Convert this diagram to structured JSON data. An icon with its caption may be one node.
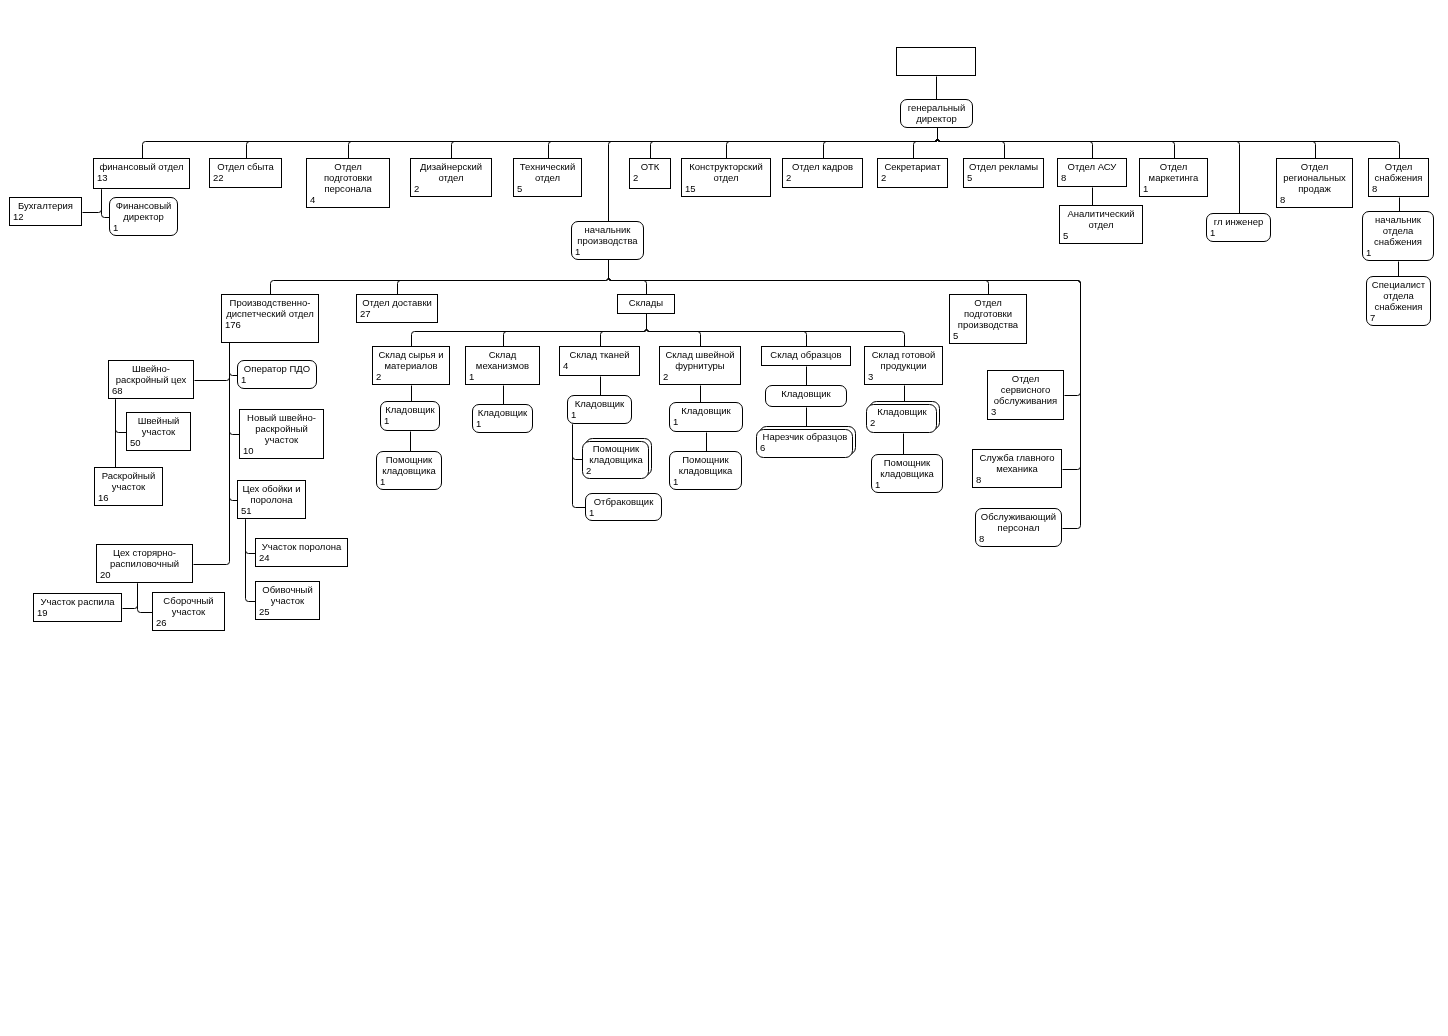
{
  "diagram": {
    "nodes": [
      {
        "text": [],
        "shape": "box"
      },
      {
        "text": [
          "генеральный директор"
        ]
      },
      {
        "text": [
          "финансовый отдел",
          "13"
        ]
      },
      {
        "text": [
          "Бухгалтерия",
          "12"
        ]
      },
      {
        "text": [
          "Финансовый директор",
          "1"
        ]
      },
      {
        "text": [
          "Отдел сбыта",
          "22"
        ]
      },
      {
        "text": [
          "Отдел подготовки персонала",
          "4"
        ]
      },
      {
        "text": [
          "Дизайнерский отдел",
          "2"
        ]
      },
      {
        "text": [
          "Технический отдел",
          "5"
        ]
      },
      {
        "text": [
          "начальник производства",
          "1"
        ]
      },
      {
        "text": [
          "ОТК",
          "2"
        ]
      },
      {
        "text": [
          "Конструкторский отдел",
          "15"
        ]
      },
      {
        "text": [
          "Отдел кадров",
          "2"
        ]
      },
      {
        "text": [
          "Секретариат",
          "2"
        ]
      },
      {
        "text": [
          "Отдел рекламы",
          "5"
        ]
      },
      {
        "text": [
          "Отдел АСУ",
          "8"
        ]
      },
      {
        "text": [
          "Аналитический отдел",
          "5"
        ]
      },
      {
        "text": [
          "Отдел маркетинга",
          "1"
        ]
      },
      {
        "text": [
          "гл инженер",
          "1"
        ]
      },
      {
        "text": [
          "Отдел региональных продаж",
          "8"
        ]
      },
      {
        "text": [
          "Отдел снабжения",
          "8"
        ]
      },
      {
        "text": [
          "начальник отдела снабжения",
          "1"
        ]
      },
      {
        "text": [
          "Специалист отдела снабжения",
          "7"
        ]
      },
      {
        "text": [
          "Производственно-диспетческий отдел",
          "176"
        ]
      },
      {
        "text": [
          "Швейно-раскройный цех",
          "68"
        ]
      },
      {
        "text": [
          "Швейный участок",
          "50"
        ]
      },
      {
        "text": [
          "Раскройный участок",
          "16"
        ]
      },
      {
        "text": [
          "Оператор ПДО",
          "1"
        ]
      },
      {
        "text": [
          "Новый швейно-раскройный участок",
          "10"
        ]
      },
      {
        "text": [
          "Цех обойки и поролона",
          "51"
        ]
      },
      {
        "text": [
          "Участок поролона",
          "24"
        ]
      },
      {
        "text": [
          "Обивочный участок",
          "25"
        ]
      },
      {
        "text": [
          "Цех сторярно-распиловочный",
          "20"
        ]
      },
      {
        "text": [
          "Участок распила",
          "19"
        ]
      },
      {
        "text": [
          "Сборочный участок",
          "26"
        ]
      },
      {
        "text": [
          "Отдел доставки",
          "27"
        ]
      },
      {
        "text": [
          "Склады"
        ]
      },
      {
        "text": [
          "Склад сырья и материалов",
          "2"
        ]
      },
      {
        "text": [
          "Кладовщик",
          "1"
        ]
      },
      {
        "text": [
          "Помощник кладовщика",
          "1"
        ]
      },
      {
        "text": [
          "Склад механизмов",
          "1"
        ]
      },
      {
        "text": [
          "Кладовщик",
          "1"
        ]
      },
      {
        "text": [
          "Склад тканей",
          "4"
        ]
      },
      {
        "text": [
          "Кладовщик",
          "1"
        ]
      },
      {
        "text": [
          "Помощник кладовщика",
          "2"
        ]
      },
      {
        "text": [
          "Отбраковщик",
          "1"
        ]
      },
      {
        "text": [
          "Склад швейной фурнитуры",
          "2"
        ]
      },
      {
        "text": [
          "Кладовщик",
          "1"
        ]
      },
      {
        "text": [
          "Помощник кладовщика",
          "1"
        ]
      },
      {
        "text": [
          "Склад образцов"
        ]
      },
      {
        "text": [
          "Кладовщик"
        ]
      },
      {
        "text": [
          "Нарезчик образцов",
          "6"
        ]
      },
      {
        "text": [
          "Склад готовой продукции",
          "3"
        ]
      },
      {
        "text": [
          "Кладовщик",
          "2"
        ]
      },
      {
        "text": [
          "Помощник кладовщика",
          "1"
        ]
      },
      {
        "text": [
          "Отдел подготовки производства",
          "5"
        ]
      },
      {
        "text": [
          "Отдел сервисного обслуживания",
          "3"
        ]
      },
      {
        "text": [
          "Служба главного механика",
          "8"
        ]
      },
      {
        "text": [
          "Обслуживающий персонал",
          "8"
        ]
      }
    ],
    "edges": [
      {
        "from": 0,
        "to": 1,
        "arrow": "none"
      },
      {
        "from": 1,
        "to": 2,
        "arrow": "none"
      },
      {
        "from": 2,
        "to": 3,
        "arrow": "none"
      },
      {
        "from": 2,
        "to": 4,
        "arrow": "none"
      },
      {
        "from": 1,
        "to": 5,
        "arrow": "none"
      },
      {
        "from": 1,
        "to": 6,
        "arrow": "none"
      },
      {
        "from": 1,
        "to": 7,
        "arrow": "none"
      },
      {
        "from": 1,
        "to": 8,
        "arrow": "none"
      },
      {
        "from": 1,
        "to": 9,
        "arrow": "none"
      },
      {
        "from": 1,
        "to": 10,
        "arrow": "none"
      },
      {
        "from": 1,
        "to": 11,
        "arrow": "none"
      },
      {
        "from": 1,
        "to": 12,
        "arrow": "none"
      },
      {
        "from": 1,
        "to": 13,
        "arrow": "none"
      },
      {
        "from": 1,
        "to": 14,
        "arrow": "none"
      },
      {
        "from": 1,
        "to": 15,
        "arrow": "none"
      },
      {
        "from": 15,
        "to": 16,
        "arrow": "none"
      },
      {
        "from": 1,
        "to": 17,
        "arrow": "none"
      },
      {
        "from": 1,
        "to": 18,
        "arrow": "none"
      },
      {
        "from": 1,
        "to": 19,
        "arrow": "none"
      },
      {
        "from": 1,
        "to": 20,
        "arrow": "none"
      },
      {
        "from": 20,
        "to": 21,
        "arrow": "none"
      },
      {
        "from": 21,
        "to": 22,
        "arrow": "none"
      },
      {
        "from": 9,
        "to": 23,
        "arrow": "none"
      },
      {
        "from": 23,
        "to": 24,
        "arrow": "none"
      },
      {
        "from": 24,
        "to": 25,
        "arrow": "none"
      },
      {
        "from": 24,
        "to": 26,
        "arrow": "none"
      },
      {
        "from": 23,
        "to": 27,
        "arrow": "none"
      },
      {
        "from": 23,
        "to": 28,
        "arrow": "none"
      },
      {
        "from": 23,
        "to": 29,
        "arrow": "none"
      },
      {
        "from": 29,
        "to": 30,
        "arrow": "none"
      },
      {
        "from": 29,
        "to": 31,
        "arrow": "none"
      },
      {
        "from": 23,
        "to": 32,
        "arrow": "none"
      },
      {
        "from": 32,
        "to": 33,
        "arrow": "none"
      },
      {
        "from": 32,
        "to": 34,
        "arrow": "none"
      },
      {
        "from": 9,
        "to": 35,
        "arrow": "none"
      },
      {
        "from": 9,
        "to": 36,
        "arrow": "none"
      },
      {
        "from": 36,
        "to": 37,
        "arrow": "none"
      },
      {
        "from": 37,
        "to": 38,
        "arrow": "none"
      },
      {
        "from": 38,
        "to": 39,
        "arrow": "none"
      },
      {
        "from": 36,
        "to": 40,
        "arrow": "none"
      },
      {
        "from": 40,
        "to": 41,
        "arrow": "none"
      },
      {
        "from": 36,
        "to": 42,
        "arrow": "none"
      },
      {
        "from": 42,
        "to": 43,
        "arrow": "none"
      },
      {
        "from": 43,
        "to": 44,
        "arrow": "none"
      },
      {
        "from": 43,
        "to": 45,
        "arrow": "none"
      },
      {
        "from": 36,
        "to": 46,
        "arrow": "none"
      },
      {
        "from": 46,
        "to": 47,
        "arrow": "none"
      },
      {
        "from": 47,
        "to": 48,
        "arrow": "none"
      },
      {
        "from": 36,
        "to": 49,
        "arrow": "none"
      },
      {
        "from": 49,
        "to": 50,
        "arrow": "none"
      },
      {
        "from": 50,
        "to": 51,
        "arrow": "none"
      },
      {
        "from": 36,
        "to": 52,
        "arrow": "none"
      },
      {
        "from": 52,
        "to": 53,
        "arrow": "none"
      },
      {
        "from": 53,
        "to": 54,
        "arrow": "none"
      },
      {
        "from": 9,
        "to": 55,
        "arrow": "none"
      },
      {
        "from": 9,
        "to": 56,
        "arrow": "none"
      },
      {
        "from": 9,
        "to": 57,
        "arrow": "none"
      },
      {
        "from": 9,
        "to": 58,
        "arrow": "none"
      }
    ]
  }
}
